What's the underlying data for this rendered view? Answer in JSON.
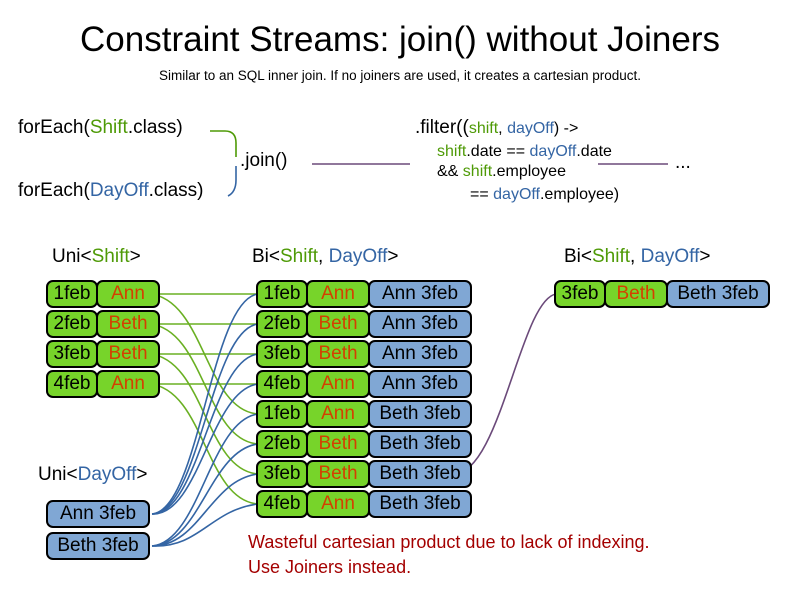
{
  "title": "Constraint Streams: join() without Joiners",
  "subtitle": "Similar to an SQL inner join. If no joiners are used, it creates a cartesian product.",
  "code": {
    "forEach_shift_prefix": "forEach(",
    "forEach_shift_class": "Shift",
    "forEach_shift_suffix": ".class)",
    "forEach_dayoff_prefix": "forEach(",
    "forEach_dayoff_class": "DayOff",
    "forEach_dayoff_suffix": ".class)",
    "join_label": ".join()",
    "filter_line1_a": ".filter((",
    "filter_line1_shift": "shift",
    "filter_line1_comma": ", ",
    "filter_line1_dayoff": "dayOff",
    "filter_line1_b": ") ->",
    "filter_line2_shift": "shift",
    "filter_line2_mid": ".date == ",
    "filter_line2_dayoff": "dayOff",
    "filter_line2_end": ".date",
    "filter_line3_a": "&& ",
    "filter_line3_shift": "shift",
    "filter_line3_b": ".employee",
    "filter_line4_a": "== ",
    "filter_line4_dayoff": "dayOff",
    "filter_line4_b": ".employee)",
    "ellipsis": "..."
  },
  "captions": {
    "uni_shift_prefix": "Uni<",
    "uni_shift_type": "Shift",
    "uni_shift_suffix": ">",
    "bi_prefix": "Bi<",
    "bi_type1": "Shift",
    "bi_comma": ", ",
    "bi_type2": "DayOff",
    "bi_suffix": ">",
    "bi_right_prefix": "Bi<",
    "bi_right_type1": "Shift",
    "bi_right_comma": ", ",
    "bi_right_type2": "DayOff",
    "bi_right_suffix": ">",
    "uni_dayoff_prefix": "Uni<",
    "uni_dayoff_type": "DayOff",
    "uni_dayoff_suffix": ">"
  },
  "uni_shift": [
    {
      "date": "1feb",
      "employee": "Ann"
    },
    {
      "date": "2feb",
      "employee": "Beth"
    },
    {
      "date": "3feb",
      "employee": "Beth"
    },
    {
      "date": "4feb",
      "employee": "Ann"
    }
  ],
  "uni_dayoff": [
    {
      "label": "Ann 3feb"
    },
    {
      "label": "Beth 3feb"
    }
  ],
  "bi_middle": [
    {
      "date": "1feb",
      "employee": "Ann",
      "dayoff": "Ann 3feb"
    },
    {
      "date": "2feb",
      "employee": "Beth",
      "dayoff": "Ann 3feb"
    },
    {
      "date": "3feb",
      "employee": "Beth",
      "dayoff": "Ann 3feb"
    },
    {
      "date": "4feb",
      "employee": "Ann",
      "dayoff": "Ann 3feb"
    },
    {
      "date": "1feb",
      "employee": "Ann",
      "dayoff": "Beth 3feb"
    },
    {
      "date": "2feb",
      "employee": "Beth",
      "dayoff": "Beth 3feb"
    },
    {
      "date": "3feb",
      "employee": "Beth",
      "dayoff": "Beth 3feb"
    },
    {
      "date": "4feb",
      "employee": "Ann",
      "dayoff": "Beth 3feb"
    }
  ],
  "bi_right": [
    {
      "date": "3feb",
      "employee": "Beth",
      "dayoff": "Beth 3feb"
    }
  ],
  "warning": "Wasteful cartesian product due to lack of indexing.\nUse Joiners instead.",
  "colors": {
    "shift_green": "#77d42a",
    "dayoff_blue": "#80a7d4",
    "employee_orange": "#d44000",
    "type_green": "#4e9a06",
    "type_blue": "#3465a4",
    "warning_red": "#a40000",
    "connector_green": "#6ab023",
    "connector_blue": "#3465a4",
    "connector_purple": "#6b4a7a"
  }
}
